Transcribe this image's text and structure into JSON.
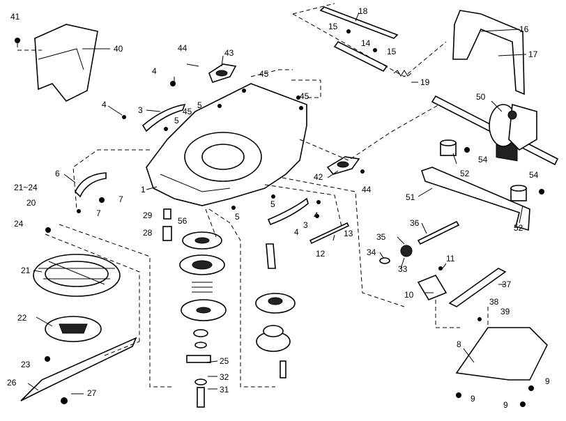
{
  "labels": {
    "p41": "41",
    "p40": "40",
    "p44a": "44",
    "p43": "43",
    "p18": "18",
    "p15a": "15",
    "p14": "14",
    "p15b": "15",
    "p16": "16",
    "p17": "17",
    "p19": "19",
    "p45a": "45",
    "p4a": "4",
    "p4b": "4",
    "p3a": "3",
    "p5a": "5",
    "p5b": "5",
    "p45b": "45",
    "p45c": "45",
    "p50": "50",
    "p6a": "6",
    "p7a": "7",
    "p7b": "7",
    "p1": "1",
    "p2124": "21~24",
    "p20": "20",
    "p52a": "52",
    "p54a": "54",
    "p42": "42",
    "p44b": "44",
    "p51": "51",
    "p54b": "54",
    "p52b": "52",
    "p24": "24",
    "p29": "29",
    "p28": "28",
    "p56": "56",
    "p5c": "5",
    "p5d": "5",
    "p4c": "4",
    "p3b": "3",
    "p4d": "4",
    "p13": "13",
    "p12": "12",
    "p35": "35",
    "p36": "36",
    "p34": "34",
    "p33": "33",
    "p21": "21",
    "p11": "11",
    "p37": "37",
    "p10": "10",
    "p38": "38",
    "p39": "39",
    "p22": "22",
    "p8": "8",
    "p25": "25",
    "p23": "23",
    "p32": "32",
    "p26": "26",
    "p27": "27",
    "p31": "31",
    "p9a": "9",
    "p9b": "9",
    "p9c": "9"
  }
}
